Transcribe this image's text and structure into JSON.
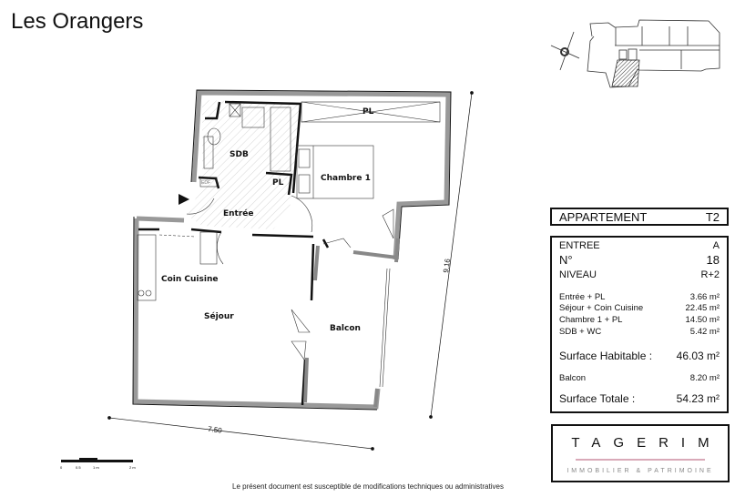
{
  "title": "Les Orangers",
  "rooms": {
    "sdb": "SDB",
    "pl_top": "PL",
    "pl_small": "PL",
    "chambre": "Chambre 1",
    "entree": "Entrée",
    "cuisine": "Coin Cuisine",
    "sejour": "Séjour",
    "balcon": "Balcon",
    "edf": "EDF"
  },
  "dimensions": {
    "height": "9.16",
    "width": "7.50"
  },
  "scale_bar": {
    "labels": [
      "0",
      "0.5",
      "1 m",
      "2 m"
    ]
  },
  "apartment": {
    "label": "APPARTEMENT",
    "type": "T2"
  },
  "details": {
    "entree_label": "ENTREE",
    "entree_value": "A",
    "numero_label": "N°",
    "numero_value": "18",
    "niveau_label": "NIVEAU",
    "niveau_value": "R+2",
    "surfaces": [
      {
        "label": "Entrée + PL",
        "value": "3.66 m²"
      },
      {
        "label": "Séjour + Coin Cuisine",
        "value": "22.45 m²"
      },
      {
        "label": "Chambre 1 + PL",
        "value": "14.50 m²"
      },
      {
        "label": "SDB + WC",
        "value": "5.42 m²"
      }
    ],
    "habitable_label": "Surface Habitable :",
    "habitable_value": "46.03 m²",
    "balcon_label": "Balcon",
    "balcon_value": "8.20 m²",
    "totale_label": "Surface Totale :",
    "totale_value": "54.23 m²"
  },
  "logo": {
    "name": "TAGERIM",
    "tagline": "IMMOBILIER & PATRIMOINE",
    "accent": "#d9a9b8"
  },
  "footer": "Le présent document est susceptible de modifications techniques ou administratives",
  "icons": {
    "compass": "compass-rose-icon",
    "entry": "entry-arrow-icon"
  }
}
